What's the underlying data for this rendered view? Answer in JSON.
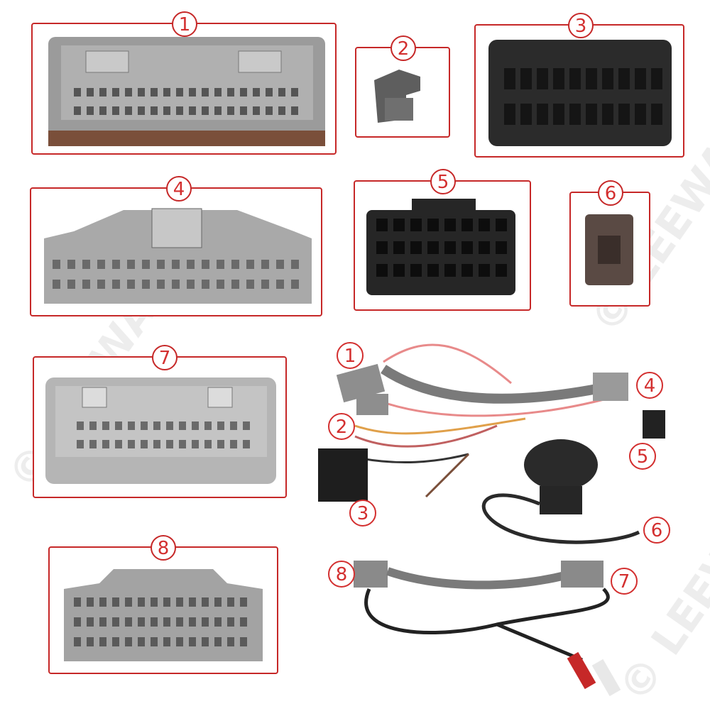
{
  "panels": {
    "p1": {
      "number": "1"
    },
    "p2": {
      "number": "2"
    },
    "p3": {
      "number": "3"
    },
    "p4": {
      "number": "4"
    },
    "p5": {
      "number": "5"
    },
    "p6": {
      "number": "6"
    },
    "p7": {
      "number": "7"
    },
    "p8": {
      "number": "8"
    }
  },
  "harness_labels": {
    "l1": "1",
    "l2": "2",
    "l3": "3",
    "l4": "4",
    "l5": "5",
    "l6": "6",
    "l7": "7",
    "l8": "8"
  },
  "watermark": "© LEEWA",
  "colors": {
    "frame": "#c62828",
    "grey_connector": "#9e9e9e",
    "black_connector": "#2b2b2b"
  }
}
